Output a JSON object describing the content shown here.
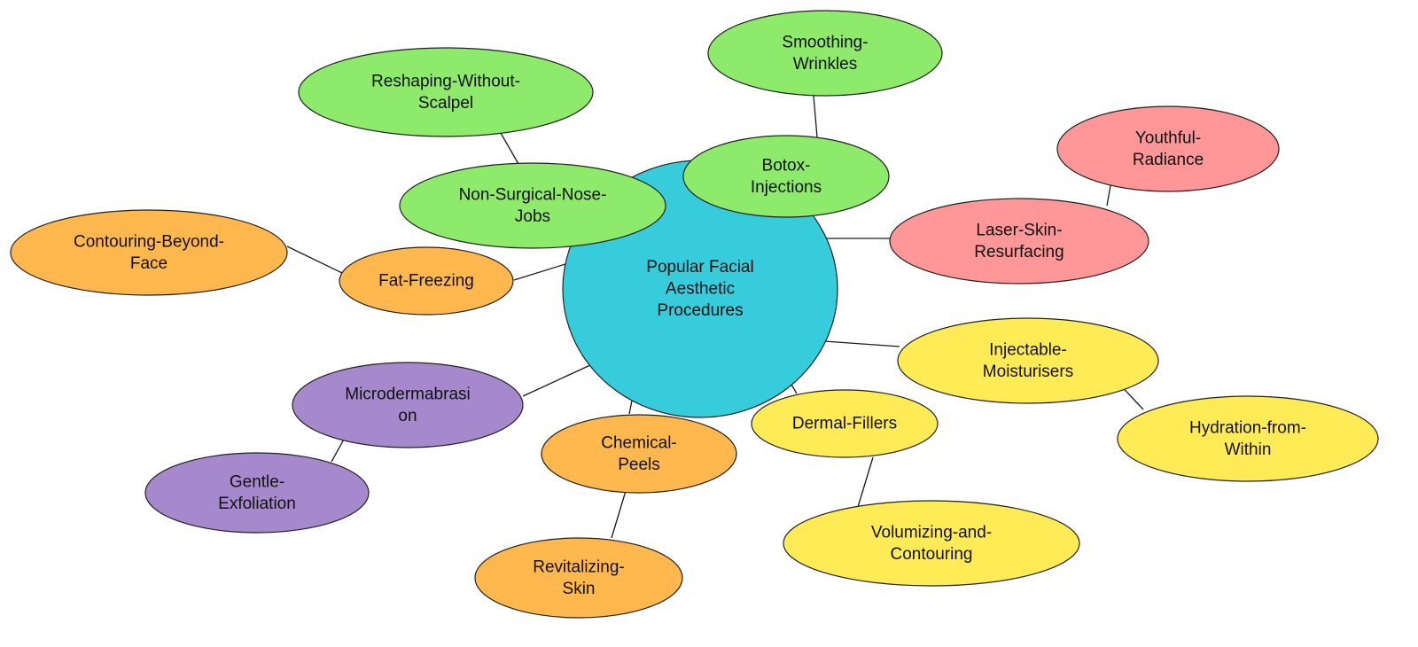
{
  "diagram": {
    "type": "mind-map",
    "center": {
      "id": "center",
      "lines": [
        "Popular Facial",
        "Aesthetic",
        "Procedures"
      ],
      "color": "#36CCDB"
    },
    "colors": {
      "green": "#8EEA6A",
      "pink": "#FF9698",
      "yellow": "#FFEB55",
      "orange": "#FFB84D",
      "purple": "#A689CC"
    },
    "nodes": [
      {
        "id": "reshaping",
        "lines": [
          "Reshaping-Without-",
          "Scalpel"
        ],
        "color": "#8EEA6A"
      },
      {
        "id": "smoothing",
        "lines": [
          "Smoothing-",
          "Wrinkles"
        ],
        "color": "#8EEA6A"
      },
      {
        "id": "youthful",
        "lines": [
          "Youthful-",
          "Radiance"
        ],
        "color": "#FF9698"
      },
      {
        "id": "nonsurgical",
        "lines": [
          "Non-Surgical-Nose-",
          "Jobs"
        ],
        "color": "#8EEA6A"
      },
      {
        "id": "botox",
        "lines": [
          "Botox-",
          "Injections"
        ],
        "color": "#8EEA6A"
      },
      {
        "id": "laser",
        "lines": [
          "Laser-Skin-",
          "Resurfacing"
        ],
        "color": "#FF9698"
      },
      {
        "id": "contouringbeyond",
        "lines": [
          "Contouring-Beyond-",
          "Face"
        ],
        "color": "#FFB84D"
      },
      {
        "id": "fatfreezing",
        "lines": [
          "Fat-Freezing"
        ],
        "color": "#FFB84D"
      },
      {
        "id": "injectable",
        "lines": [
          "Injectable-",
          "Moisturisers"
        ],
        "color": "#FFEB55"
      },
      {
        "id": "hydration",
        "lines": [
          "Hydration-from-",
          "Within"
        ],
        "color": "#FFEB55"
      },
      {
        "id": "microderm",
        "lines": [
          "Microdermabrasi",
          "on"
        ],
        "color": "#A689CC"
      },
      {
        "id": "gentle",
        "lines": [
          "Gentle-",
          "Exfoliation"
        ],
        "color": "#A689CC"
      },
      {
        "id": "chemical",
        "lines": [
          "Chemical-",
          "Peels"
        ],
        "color": "#FFB84D"
      },
      {
        "id": "dermal",
        "lines": [
          "Dermal-Fillers"
        ],
        "color": "#FFEB55"
      },
      {
        "id": "revitalizing",
        "lines": [
          "Revitalizing-",
          "Skin"
        ],
        "color": "#FFB84D"
      },
      {
        "id": "volumizing",
        "lines": [
          "Volumizing-and-",
          "Contouring"
        ],
        "color": "#FFEB55"
      }
    ],
    "edges": [
      {
        "from": "center",
        "to": "nonsurgical"
      },
      {
        "from": "nonsurgical",
        "to": "reshaping"
      },
      {
        "from": "center",
        "to": "botox"
      },
      {
        "from": "botox",
        "to": "smoothing"
      },
      {
        "from": "center",
        "to": "laser"
      },
      {
        "from": "laser",
        "to": "youthful"
      },
      {
        "from": "center",
        "to": "fatfreezing"
      },
      {
        "from": "fatfreezing",
        "to": "contouringbeyond"
      },
      {
        "from": "center",
        "to": "injectable"
      },
      {
        "from": "injectable",
        "to": "hydration"
      },
      {
        "from": "center",
        "to": "microderm"
      },
      {
        "from": "microderm",
        "to": "gentle"
      },
      {
        "from": "center",
        "to": "chemical"
      },
      {
        "from": "chemical",
        "to": "revitalizing"
      },
      {
        "from": "center",
        "to": "dermal"
      },
      {
        "from": "dermal",
        "to": "volumizing"
      }
    ]
  }
}
